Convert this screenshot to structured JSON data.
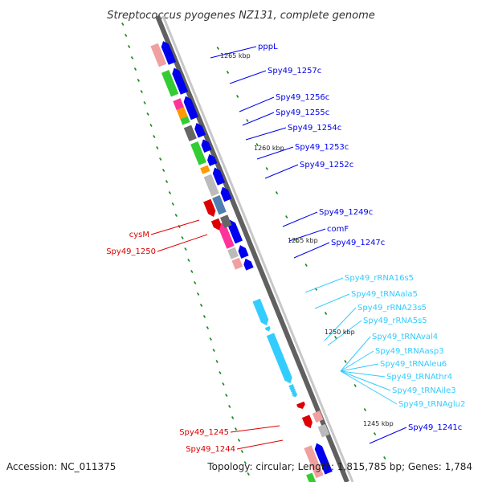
{
  "header": {
    "title": "Streptococcus pyogenes NZ131, complete genome"
  },
  "footer": {
    "accession": "Accession: NC_011375",
    "summary": "Topology: circular; Length: 1,815,785 bp; Genes: 1,784"
  },
  "scale_marks": [
    "1265 kbp",
    "1260 kbp",
    "1255 kbp",
    "1250 kbp",
    "1245 kbp"
  ],
  "colors": {
    "forward_gene": "#0000ee",
    "reverse_gene": "#dd0000",
    "rna_gene": "#33ccff",
    "backbone": "#808080",
    "tick": "#1a8a1a",
    "pink": "#ff3399",
    "salmon": "#f0a0a0",
    "green": "#33cc33",
    "orange": "#ff9900",
    "steelblue": "#4f7fb0",
    "darkgray": "#666666",
    "lightgray": "#bbbbbb"
  },
  "labels": {
    "forward": [
      "pppL",
      "Spy49_1257c",
      "Spy49_1256c",
      "Spy49_1255c",
      "Spy49_1254c",
      "Spy49_1253c",
      "Spy49_1252c",
      "Spy49_1249c",
      "comF",
      "Spy49_1247c",
      "Spy49_1241c"
    ],
    "reverse": [
      "cysM",
      "Spy49_1250",
      "Spy49_1245",
      "Spy49_1244"
    ],
    "rna": [
      "Spy49_rRNA16s5",
      "Spy49_tRNAala5",
      "Spy49_rRNA23s5",
      "Spy49_rRNA5s5",
      "Spy49_tRNAval4",
      "Spy49_tRNAasp3",
      "Spy49_tRNAleu6",
      "Spy49_tRNAthr4",
      "Spy49_tRNAile3",
      "Spy49_tRNAglu2"
    ]
  }
}
